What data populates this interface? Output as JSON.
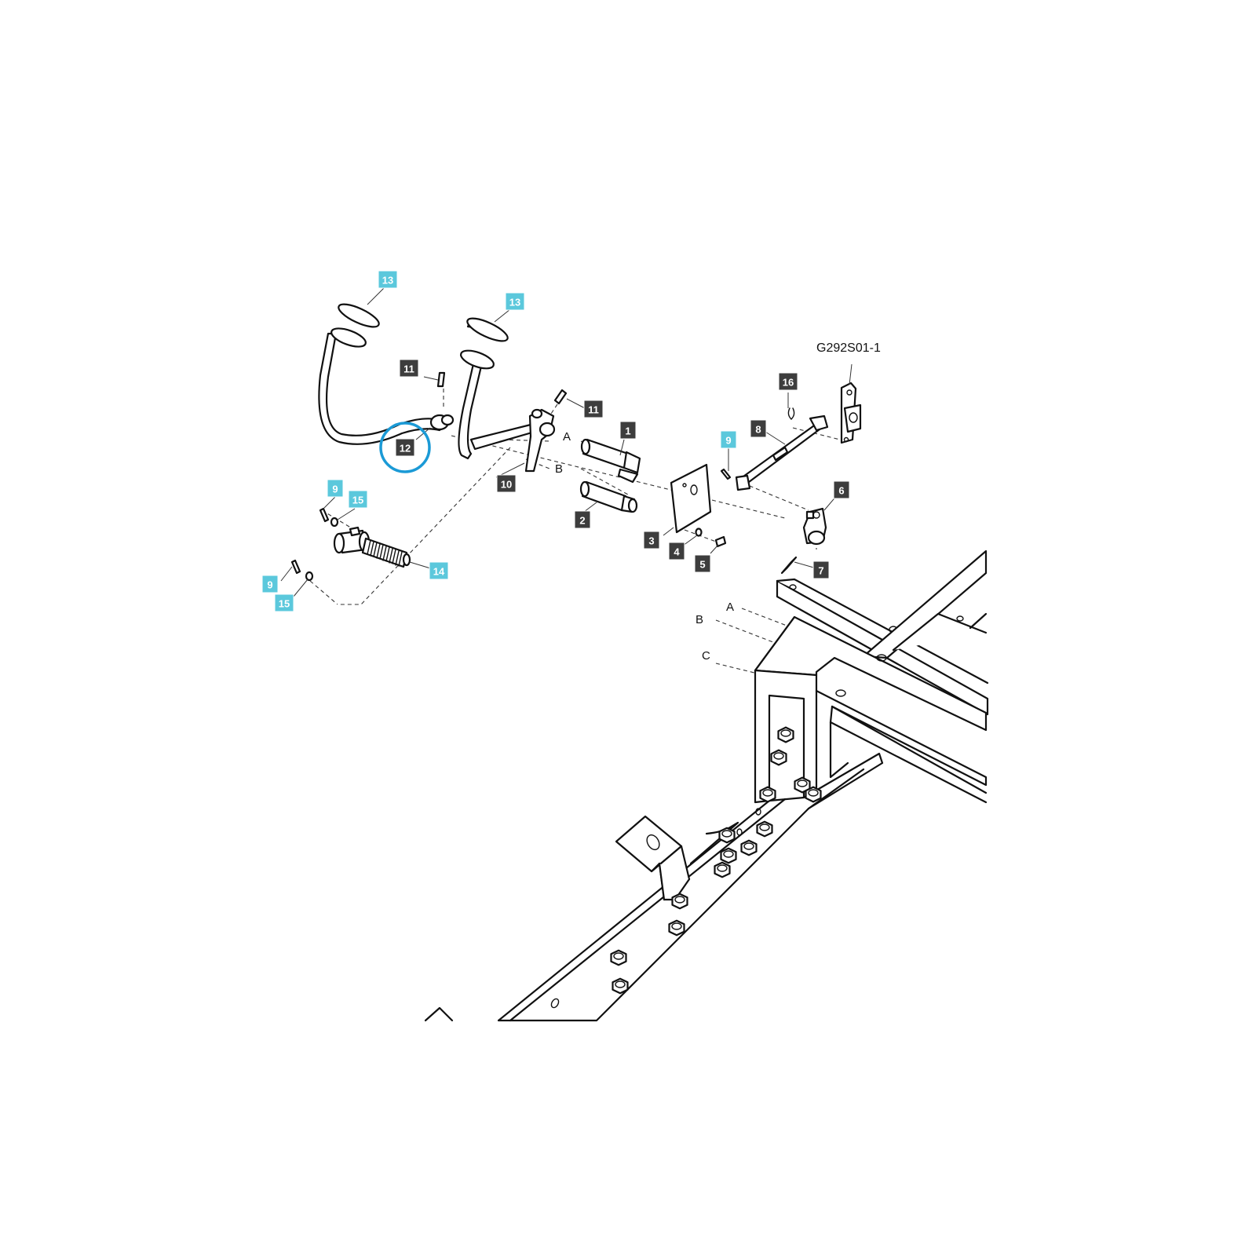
{
  "drawing_code": "G292S01-1",
  "colors": {
    "dark_tag": "#3d3d3d",
    "cyan_tag": "#5bc8dc",
    "highlight_ring": "#1b9ad6",
    "tag_text": "#ffffff"
  },
  "labels": {
    "a_top": "A",
    "b_top": "B",
    "a_frame": "A",
    "b_frame": "B",
    "c_frame": "C"
  },
  "callouts": {
    "c1": {
      "number": "1",
      "style": "dark"
    },
    "c2": {
      "number": "2",
      "style": "dark"
    },
    "c3": {
      "number": "3",
      "style": "dark"
    },
    "c4": {
      "number": "4",
      "style": "dark"
    },
    "c5": {
      "number": "5",
      "style": "dark"
    },
    "c6": {
      "number": "6",
      "style": "dark"
    },
    "c7": {
      "number": "7",
      "style": "dark"
    },
    "c8": {
      "number": "8",
      "style": "dark"
    },
    "c9a": {
      "number": "9",
      "style": "cyan"
    },
    "c9b": {
      "number": "9",
      "style": "cyan"
    },
    "c9c": {
      "number": "9",
      "style": "cyan"
    },
    "c10": {
      "number": "10",
      "style": "dark"
    },
    "c11a": {
      "number": "11",
      "style": "dark"
    },
    "c11b": {
      "number": "11",
      "style": "dark"
    },
    "c12": {
      "number": "12",
      "style": "dark",
      "highlighted": true
    },
    "c13a": {
      "number": "13",
      "style": "cyan"
    },
    "c13b": {
      "number": "13",
      "style": "cyan"
    },
    "c14": {
      "number": "14",
      "style": "cyan"
    },
    "c15a": {
      "number": "15",
      "style": "cyan"
    },
    "c15b": {
      "number": "15",
      "style": "cyan"
    },
    "c16": {
      "number": "16",
      "style": "dark"
    }
  }
}
